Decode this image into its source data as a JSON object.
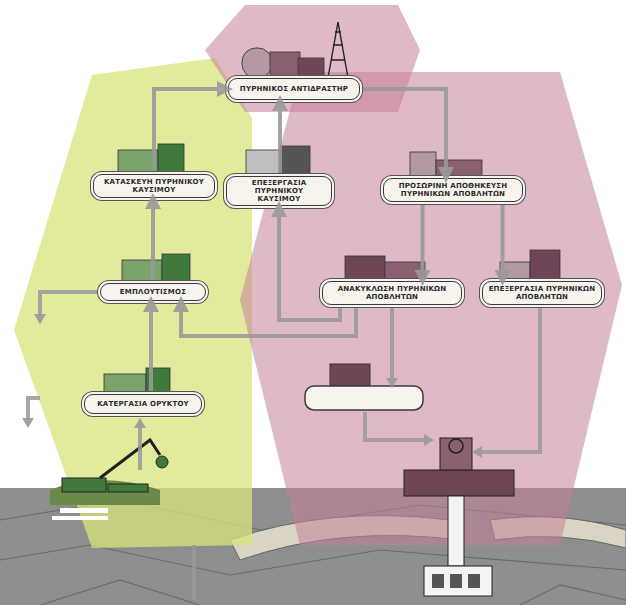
{
  "diagram": {
    "nodes": [
      {
        "text": [
          "ΠΥΡΗΝΙΚΟΣ ΑΝΤΙΔΡΑΣΤΗΡ"
        ]
      },
      {
        "text": [
          "ΚΑΤΑΣΚΕΥΗ ΠΥΡΗΝΙΚΟΥ ΚΑΥΣΙΜΟΥ"
        ]
      },
      {
        "text": [
          "ΕΠΕΞΕΡΓΑΣΙΑ ΠΥΡΗΝΙΚΟΥ ΚΑΥΣΙΜΟΥ"
        ]
      },
      {
        "text": [
          "ΠΡΟΣΩΡΙΝΗ ΑΠΟΘΗΚΕΥΣΗ ΠΥΡΗΝΙΚΩΝ ΑΠΟΒΛΗΤΩΝ"
        ]
      },
      {
        "text": [
          "ΕΜΠΛΟΥΤΙΣΜΟΣ"
        ]
      },
      {
        "text": [
          "ΑΝΑΚΥΚΛΩΣΗ ΠΥΡΗΝΙΚΩΝ ΑΠΟΒΛΗΤΩΝ"
        ]
      },
      {
        "text": [
          "ΕΠΕΞΕΡΓΑΣΙΑ ΠΥΡΗΝΙΚΩΝ ΑΠΟΒΛΗΤΩΝ"
        ]
      },
      {
        "text": [
          "ΚΑΤΕΡΓΑΣΙΑ ΟΡΥΚΤΟΥ"
        ]
      }
    ],
    "edges": [
      {
        "from": 7,
        "to": 4,
        "arrow": "to"
      },
      {
        "from": 4,
        "to": 1,
        "arrow": "to"
      },
      {
        "from": 1,
        "to": 0,
        "arrow": "to"
      },
      {
        "from": 2,
        "to": 0,
        "arrow": "to"
      },
      {
        "from": 0,
        "to": 3,
        "arrow": "to"
      },
      {
        "from": 3,
        "to": 5,
        "arrow": "to"
      },
      {
        "from": 3,
        "to": 6,
        "arrow": "to"
      },
      {
        "from": 5,
        "to": 2,
        "arrow": "to"
      },
      {
        "from": 5,
        "to": 4,
        "arrow": "to"
      }
    ]
  }
}
